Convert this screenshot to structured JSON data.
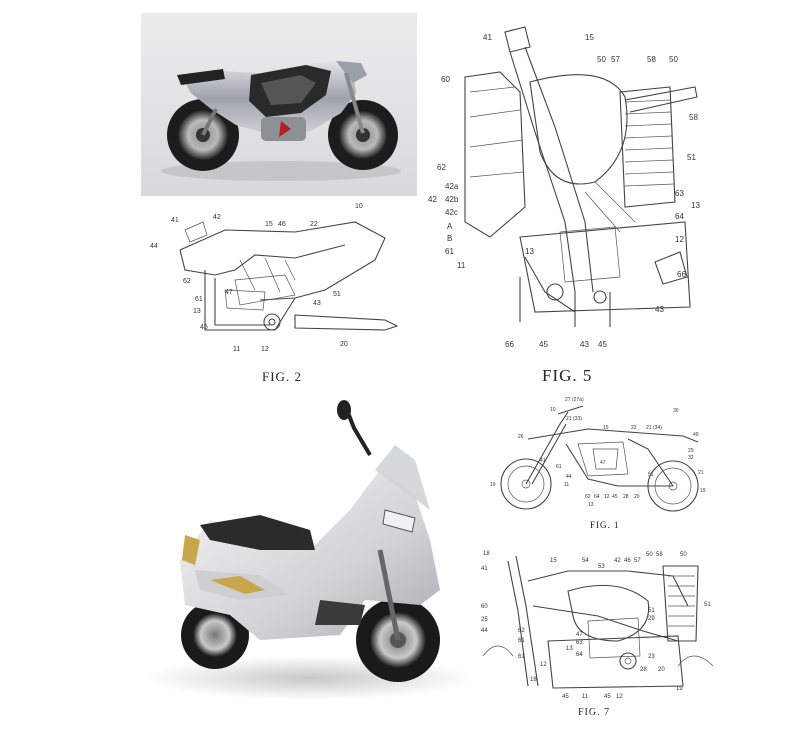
{
  "figures": {
    "fig2": {
      "caption": "FIG. 2",
      "labels": [
        "41",
        "42",
        "15",
        "46",
        "22",
        "10",
        "44",
        "62",
        "47",
        "61",
        "13",
        "45",
        "11",
        "12",
        "51",
        "43",
        "20"
      ]
    },
    "fig5": {
      "caption": "FIG. 5",
      "labels": [
        "41",
        "15",
        "50",
        "57",
        "58",
        "50",
        "60",
        "58",
        "51",
        "62",
        "42a",
        "42",
        "42b",
        "42c",
        "A",
        "B",
        "61",
        "63",
        "13",
        "64",
        "12",
        "13",
        "11",
        "66",
        "43",
        "66",
        "45",
        "43",
        "45"
      ]
    },
    "fig1": {
      "caption": "FIG. 1",
      "labels": [
        "27 (27a)",
        "10",
        "21 (33)",
        "15",
        "22",
        "21 (34)",
        "30",
        "26",
        "49",
        "29",
        "32",
        "41",
        "61",
        "47",
        "19",
        "44",
        "11",
        "51",
        "21",
        "19",
        "62",
        "64",
        "12",
        "45",
        "28",
        "20",
        "13"
      ]
    },
    "fig7": {
      "caption": "FIG. 7",
      "labels": [
        "18",
        "15",
        "54",
        "42",
        "46",
        "57",
        "50",
        "58",
        "50",
        "41",
        "53",
        "60",
        "51",
        "25",
        "44",
        "51",
        "29",
        "62",
        "61",
        "47",
        "63",
        "64",
        "13",
        "61",
        "12",
        "23",
        "28",
        "20",
        "18",
        "45",
        "11",
        "45",
        "12",
        "19"
      ]
    }
  },
  "photos": {
    "concept_bike": {
      "icon": "motorcycle-photo",
      "colors": {
        "background": "#e4e5e6",
        "body": "#b8bcc2",
        "tank": "#2a2a2a"
      }
    },
    "scooter": {
      "icon": "scooter-photo",
      "colors": {
        "body": "#e8e8ea",
        "seat": "#2b2b2b",
        "accent": "#c8a64a"
      }
    }
  }
}
